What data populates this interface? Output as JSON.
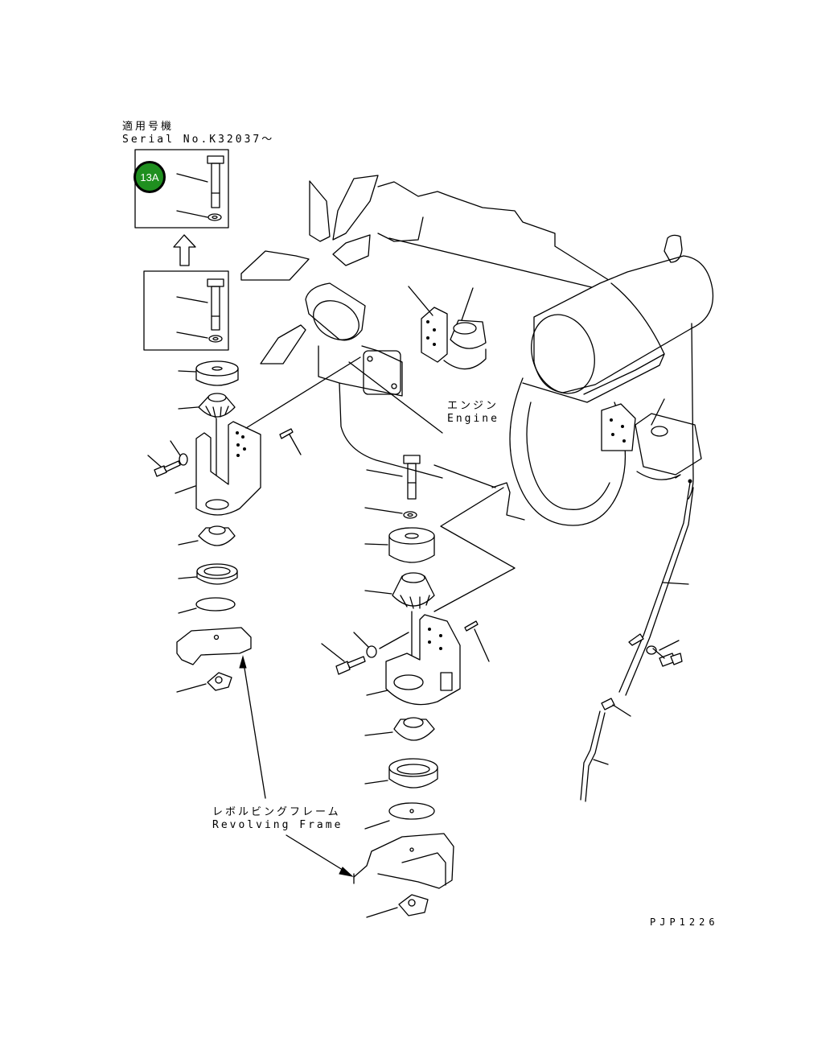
{
  "serial_block": {
    "title_jp": "適用号機",
    "serial": "Serial No.K32037～"
  },
  "callout_badge": {
    "label": "13A",
    "color": "#1f8f1f"
  },
  "labels": {
    "engine_jp": "エンジン",
    "engine_en": "Engine",
    "frame_jp": "レボルビングフレーム",
    "frame_en": "Revolving Frame",
    "drawing_code": "PJP1226"
  }
}
